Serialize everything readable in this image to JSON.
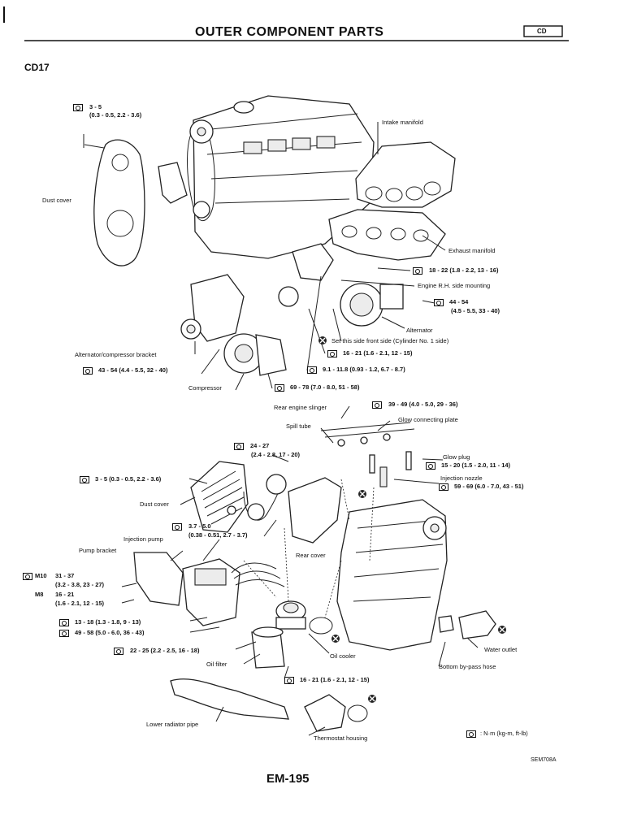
{
  "header": {
    "title": "OUTER COMPONENT PARTS",
    "code_box": "CD"
  },
  "model": "CD17",
  "labels": {
    "t_3_5": "3 - 5",
    "t_3_5_sub": "(0.3 - 0.5, 2.2 - 3.6)",
    "dust_cover": "Dust cover",
    "intake_manifold": "Intake manifold",
    "exhaust_manifold": "Exhaust manifold",
    "t_18_22": "18 - 22 (1.8 - 2.2, 13 - 16)",
    "engine_rh_mount": "Engine R.H. side mounting",
    "t_44_54": "44 - 54",
    "t_44_54_sub": "(4.5 - 5.5, 33 - 40)",
    "alternator": "Alternator",
    "set_front_side": "Set this side front side (Cylinder No. 1 side)",
    "t_16_21_a": "16 - 21 (1.6 - 2.1, 12 - 15)",
    "alt_comp_bracket": "Alternator/compressor bracket",
    "t_43_54": "43 - 54 (4.4 - 5.5, 32 - 40)",
    "t_9_1": "9.1 - 11.8 (0.93 - 1.2, 6.7 - 8.7)",
    "compressor": "Compressor",
    "t_69_78": "69 - 78 (7.0 - 8.0, 51 - 58)",
    "rear_engine_slinger": "Rear engine slinger",
    "t_39_49": "39 - 49 (4.0 - 5.0, 29 - 36)",
    "spill_tube": "Spill tube",
    "glow_plate": "Glow connecting plate",
    "t_24_27": "24 - 27",
    "t_24_27_sub": "(2.4 - 2.8, 17 - 20)",
    "glow_plug": "Glow plug",
    "t_15_20": "15 - 20 (1.5 - 2.0, 11 - 14)",
    "t_3_5_b": "3 - 5 (0.3 - 0.5, 2.2 - 3.6)",
    "injection_nozzle": "Injection nozzle",
    "t_59_69": "59 - 69 (6.0 - 7.0, 43 - 51)",
    "dust_cover_b": "Dust cover",
    "t_3_7": "3.7 - 5.0",
    "t_3_7_sub": "(0.38 - 0.51, 2.7 - 3.7)",
    "injection_pump": "Injection pump",
    "pump_bracket": "Pump bracket",
    "rear_cover": "Rear cover",
    "m10": "M10",
    "t_31_37": "31 - 37",
    "t_31_37_sub": "(3.2 - 3.8, 23 - 27)",
    "m8": "M8",
    "t_16_21_b": "16 - 21",
    "t_16_21_b_sub": "(1.6 - 2.1, 12 - 15)",
    "t_13_18": "13 - 18 (1.3 - 1.8, 9 - 13)",
    "t_49_58": "49 - 58 (5.0 - 6.0, 36 - 43)",
    "t_22_25": "22 - 25 (2.2 - 2.5, 16 - 18)",
    "oil_cooler": "Oil cooler",
    "water_outlet": "Water outlet",
    "oil_filter": "Oil filter",
    "bottom_bypass": "Bottom by-pass hose",
    "t_16_21_c": "16 - 21 (1.6 - 2.1, 12 - 15)",
    "lower_radiator_pipe": "Lower radiator pipe",
    "thermostat_housing": "Thermostat housing",
    "legend_units": ": N·m (kg-m, ft-lb)",
    "figure_code": "SEM708A"
  },
  "footer": {
    "page_number": "EM-195"
  }
}
